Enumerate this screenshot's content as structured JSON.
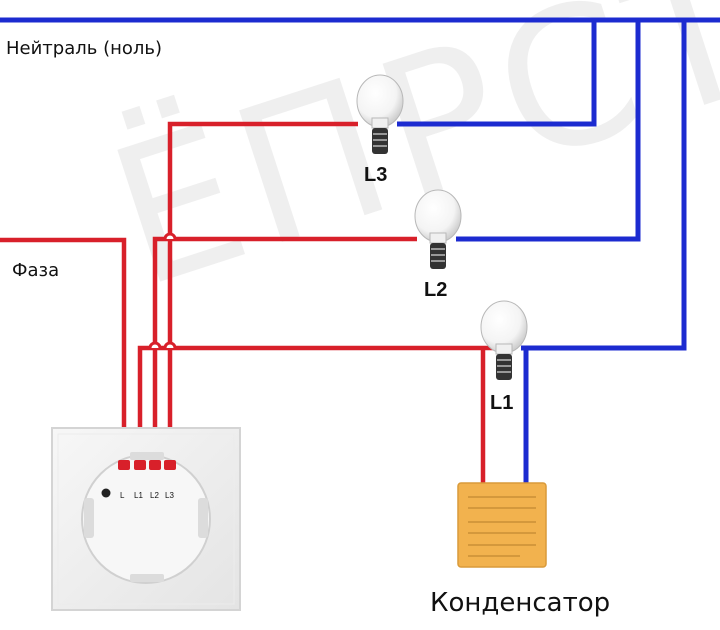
{
  "labels": {
    "neutral": "Нейтраль (ноль)",
    "phase": "Фаза",
    "capacitor": "Конденсатор"
  },
  "lamps": [
    "L3",
    "L2",
    "L1"
  ],
  "terminals": [
    "L",
    "L1",
    "L2",
    "L3"
  ],
  "watermark": "ЁПРСТ",
  "colors": {
    "neutral_wire": "#1c2bd0",
    "phase_wire": "#d8202a",
    "capacitor_body": "#f2b24e",
    "switch_plate": "#efefef"
  }
}
